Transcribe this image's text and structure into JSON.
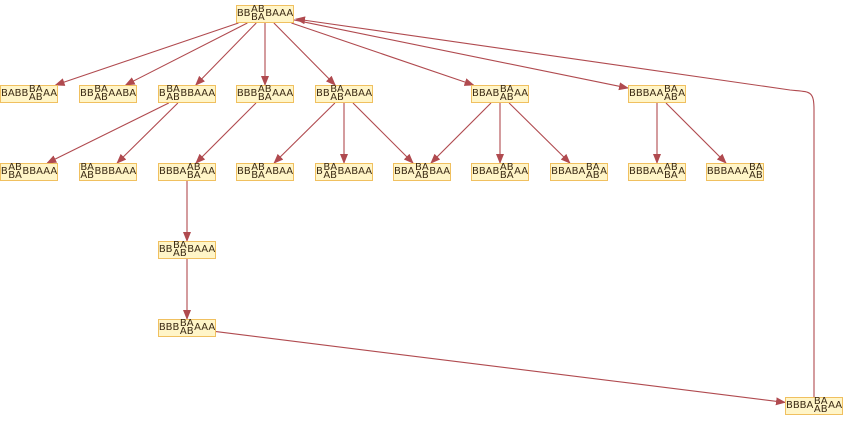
{
  "diagram": {
    "type": "directed-graph",
    "edge_color": "#b04a4f",
    "node_fill": "#fff5c8",
    "node_border": "#f0c060",
    "nodes": [
      {
        "id": "n0",
        "pre": "BB",
        "top": "AB",
        "bottom": "BA",
        "post": "BAAA"
      },
      {
        "id": "n1",
        "pre": "BABB",
        "top": "BA",
        "bottom": "AB",
        "post": "AA"
      },
      {
        "id": "n2",
        "pre": "BB",
        "top": "BA",
        "bottom": "AB",
        "post": "AABA"
      },
      {
        "id": "n3",
        "pre": "B",
        "top": "BA",
        "bottom": "AB",
        "post": "BBAAA"
      },
      {
        "id": "n4",
        "pre": "BBB",
        "top": "AB",
        "bottom": "BA",
        "post": "AAA"
      },
      {
        "id": "n5",
        "pre": "BB",
        "top": "BA",
        "bottom": "AB",
        "post": "ABAA"
      },
      {
        "id": "n6",
        "pre": "BBAB",
        "top": "BA",
        "bottom": "AB",
        "post": "AA"
      },
      {
        "id": "n7",
        "pre": "BBBAA",
        "top": "BA",
        "bottom": "AB",
        "post": "A"
      },
      {
        "id": "n8",
        "pre": "B",
        "top": "AB",
        "bottom": "BA",
        "post": "BBAAA"
      },
      {
        "id": "n9",
        "pre": "",
        "top": "BA",
        "bottom": "AB",
        "post": "BBBAAA"
      },
      {
        "id": "n10",
        "pre": "BBBA",
        "top": "AB",
        "bottom": "BA",
        "post": "AA"
      },
      {
        "id": "n11",
        "pre": "BB",
        "top": "AB",
        "bottom": "BA",
        "post": "ABAA"
      },
      {
        "id": "n12",
        "pre": "B",
        "top": "BA",
        "bottom": "AB",
        "post": "BABAA"
      },
      {
        "id": "n13",
        "pre": "BBA",
        "top": "BA",
        "bottom": "AB",
        "post": "BAA"
      },
      {
        "id": "n14",
        "pre": "BBAB",
        "top": "AB",
        "bottom": "BA",
        "post": "AA"
      },
      {
        "id": "n15",
        "pre": "BBABA",
        "top": "BA",
        "bottom": "AB",
        "post": "A"
      },
      {
        "id": "n16",
        "pre": "BBBAA",
        "top": "AB",
        "bottom": "BA",
        "post": "A"
      },
      {
        "id": "n17",
        "pre": "BBBAAA",
        "top": "BA",
        "bottom": "AB",
        "post": ""
      },
      {
        "id": "n18",
        "pre": "BB",
        "top": "BA",
        "bottom": "AB",
        "post": "BAAA"
      },
      {
        "id": "n19",
        "pre": "BBB",
        "top": "BA",
        "bottom": "AB",
        "post": "AAA"
      },
      {
        "id": "n20",
        "pre": "BBBA",
        "top": "BA",
        "bottom": "AB",
        "post": "AA"
      }
    ],
    "edges": [
      [
        "n0",
        "n1"
      ],
      [
        "n0",
        "n2"
      ],
      [
        "n0",
        "n3"
      ],
      [
        "n0",
        "n4"
      ],
      [
        "n0",
        "n5"
      ],
      [
        "n0",
        "n6"
      ],
      [
        "n0",
        "n7"
      ],
      [
        "n3",
        "n8"
      ],
      [
        "n3",
        "n9"
      ],
      [
        "n4",
        "n10"
      ],
      [
        "n5",
        "n11"
      ],
      [
        "n5",
        "n12"
      ],
      [
        "n5",
        "n13"
      ],
      [
        "n6",
        "n13"
      ],
      [
        "n6",
        "n14"
      ],
      [
        "n6",
        "n15"
      ],
      [
        "n7",
        "n16"
      ],
      [
        "n7",
        "n17"
      ],
      [
        "n10",
        "n18"
      ],
      [
        "n18",
        "n19"
      ],
      [
        "n19",
        "n20"
      ],
      [
        "n20",
        "n0"
      ]
    ]
  }
}
